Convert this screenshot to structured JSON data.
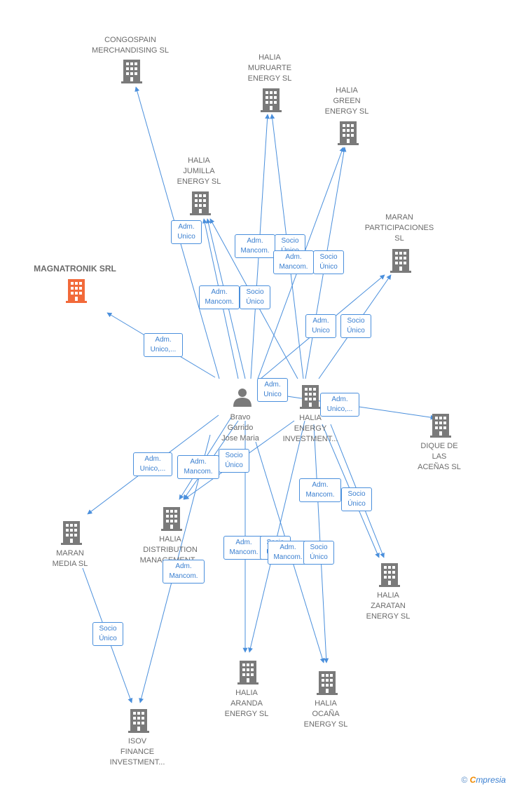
{
  "colors": {
    "edge": "#4a8fdc",
    "building": "#7a7a7a",
    "highlight": "#f26a3a",
    "person": "#7a7a7a"
  },
  "nodes": [
    {
      "id": "congospain",
      "icon": "building-icon",
      "lines": [
        "CONGOSPAIN",
        "MERCHANDISING SL"
      ]
    },
    {
      "id": "halia_muruarte",
      "icon": "building-icon",
      "lines": [
        "HALIA",
        "MURUARTE",
        "ENERGY  SL"
      ]
    },
    {
      "id": "halia_green",
      "icon": "building-icon",
      "lines": [
        "HALIA",
        "GREEN",
        "ENERGY  SL"
      ]
    },
    {
      "id": "halia_jumilla",
      "icon": "building-icon",
      "lines": [
        "HALIA",
        "JUMILLA",
        "ENERGY  SL"
      ]
    },
    {
      "id": "maran_participaciones",
      "icon": "building-icon",
      "lines": [
        "MARAN",
        "PARTICIPACIONES",
        "SL"
      ]
    },
    {
      "id": "magnatronik",
      "icon": "building-icon",
      "highlight": true,
      "lines": [
        "MAGNATRONIK SRL"
      ]
    },
    {
      "id": "bravo",
      "icon": "person-icon",
      "lines": [
        "Bravo",
        "Garrido",
        "Jose Maria"
      ]
    },
    {
      "id": "halia_energy_inv",
      "icon": "building-icon",
      "lines": [
        "HALIA",
        "ENERGY",
        "INVESTMENT..."
      ]
    },
    {
      "id": "dique",
      "icon": "building-icon",
      "lines": [
        "DIQUE DE",
        "LAS",
        "ACEÑAS  SL"
      ]
    },
    {
      "id": "maran_media",
      "icon": "building-icon",
      "lines": [
        "MARAN",
        "MEDIA SL"
      ]
    },
    {
      "id": "halia_distribution",
      "icon": "building-icon",
      "lines": [
        "HALIA",
        "DISTRIBUTION",
        "MANAGEMENT..."
      ]
    },
    {
      "id": "halia_zaratan",
      "icon": "building-icon",
      "lines": [
        "HALIA",
        "ZARATAN",
        "ENERGY  SL"
      ]
    },
    {
      "id": "halia_aranda",
      "icon": "building-icon",
      "lines": [
        "HALIA",
        "ARANDA",
        "ENERGY  SL"
      ]
    },
    {
      "id": "halia_ocana",
      "icon": "building-icon",
      "lines": [
        "HALIA",
        "OCAÑA",
        "ENERGY  SL"
      ]
    },
    {
      "id": "isov",
      "icon": "building-icon",
      "lines": [
        "ISOV",
        "FINANCE",
        "INVESTMENT..."
      ]
    }
  ],
  "relations": [
    {
      "id": "r1",
      "lines": [
        "Adm.",
        "Unico"
      ]
    },
    {
      "id": "r2",
      "lines": [
        "Adm.",
        "Mancom."
      ]
    },
    {
      "id": "r3",
      "lines": [
        "Socio",
        "Único"
      ]
    },
    {
      "id": "r4",
      "lines": [
        "Adm.",
        "Mancom."
      ]
    },
    {
      "id": "r5",
      "lines": [
        "Socio",
        "Único"
      ]
    },
    {
      "id": "r6",
      "lines": [
        "Adm.",
        "Mancom."
      ]
    },
    {
      "id": "r7",
      "lines": [
        "Socio",
        "Único"
      ]
    },
    {
      "id": "r8",
      "lines": [
        "Adm.",
        "Unico"
      ]
    },
    {
      "id": "r9",
      "lines": [
        "Socio",
        "Único"
      ]
    },
    {
      "id": "r10",
      "lines": [
        "Adm.",
        "Unico,..."
      ]
    },
    {
      "id": "r11",
      "lines": [
        "Adm.",
        "Unico"
      ]
    },
    {
      "id": "r12",
      "lines": [
        "Adm.",
        "Unico,..."
      ]
    },
    {
      "id": "r13",
      "lines": [
        "Adm.",
        "Unico,..."
      ]
    },
    {
      "id": "r14",
      "lines": [
        "Adm.",
        "Mancom."
      ]
    },
    {
      "id": "r15",
      "lines": [
        "Socio",
        "Único"
      ]
    },
    {
      "id": "r16",
      "lines": [
        "Adm.",
        "Mancom."
      ]
    },
    {
      "id": "r17",
      "lines": [
        "Socio",
        "Único"
      ]
    },
    {
      "id": "r18",
      "lines": [
        "Adm.",
        "Mancom."
      ]
    },
    {
      "id": "r19",
      "lines": [
        "Adm.",
        "Mancom."
      ]
    },
    {
      "id": "r20",
      "lines": [
        "Socio",
        "Único"
      ]
    },
    {
      "id": "r21",
      "lines": [
        "Adm.",
        "Mancom."
      ]
    },
    {
      "id": "r22",
      "lines": [
        "Socio",
        "Único"
      ]
    },
    {
      "id": "r23",
      "lines": [
        "Socio",
        "Único"
      ]
    }
  ],
  "footer": {
    "copyright": "©",
    "brand_first": "C",
    "brand_rest": "mpresia"
  }
}
